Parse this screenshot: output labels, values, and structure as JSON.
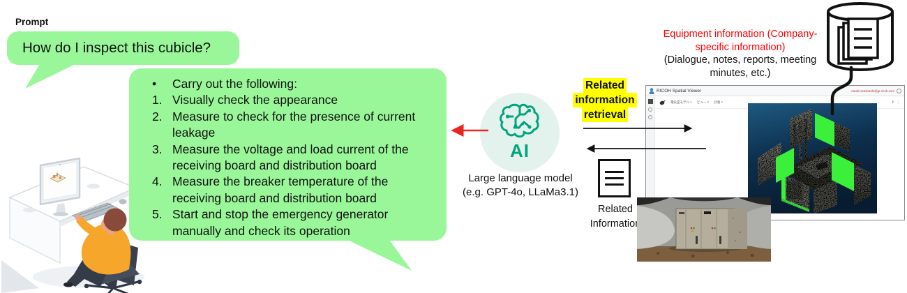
{
  "prompt": {
    "label": "Prompt",
    "question": "How do I inspect this cubicle?"
  },
  "response": {
    "items": [
      {
        "marker": "•",
        "text": "Carry out the following:"
      },
      {
        "marker": "1.",
        "text": "Visually check the appearance"
      },
      {
        "marker": "2.",
        "text": "Measure to check for the presence of current leakage"
      },
      {
        "marker": "3.",
        "text": "Measure the voltage and load current of the receiving board and distribution board"
      },
      {
        "marker": "4.",
        "text": "Measure the breaker temperature of the receiving board and distribution board"
      },
      {
        "marker": "5.",
        "text": "Start and stop the emergency generator manually and check its operation"
      }
    ]
  },
  "ai": {
    "label": "AI",
    "caption": [
      "Large language model",
      "(e.g. GPT-4o, LLaMa3.1)"
    ]
  },
  "retrieval": {
    "lines": [
      "Related",
      "information",
      "retrieval"
    ]
  },
  "equipment": {
    "title": "Equipment information (Company-specific information)",
    "subtitle": "(Dialogue, notes, reports, meeting minutes, etc.)"
  },
  "related_doc": {
    "label": "Related Information"
  },
  "viewer": {
    "title": "RICOH Spatial Viewer",
    "account": "naoki.motohashi@jp.ricoh.com",
    "menus": [
      "電気室モデル ˅",
      "ビュー ˅",
      "計測 ˅"
    ]
  },
  "colors": {
    "bubble_green": "#99f799",
    "highlight_yellow": "#ffff00",
    "accent_teal": "#00a47e",
    "label_red": "#ff0000",
    "arrow_red": "#e8261f",
    "panel_green": "#3bf03b"
  }
}
